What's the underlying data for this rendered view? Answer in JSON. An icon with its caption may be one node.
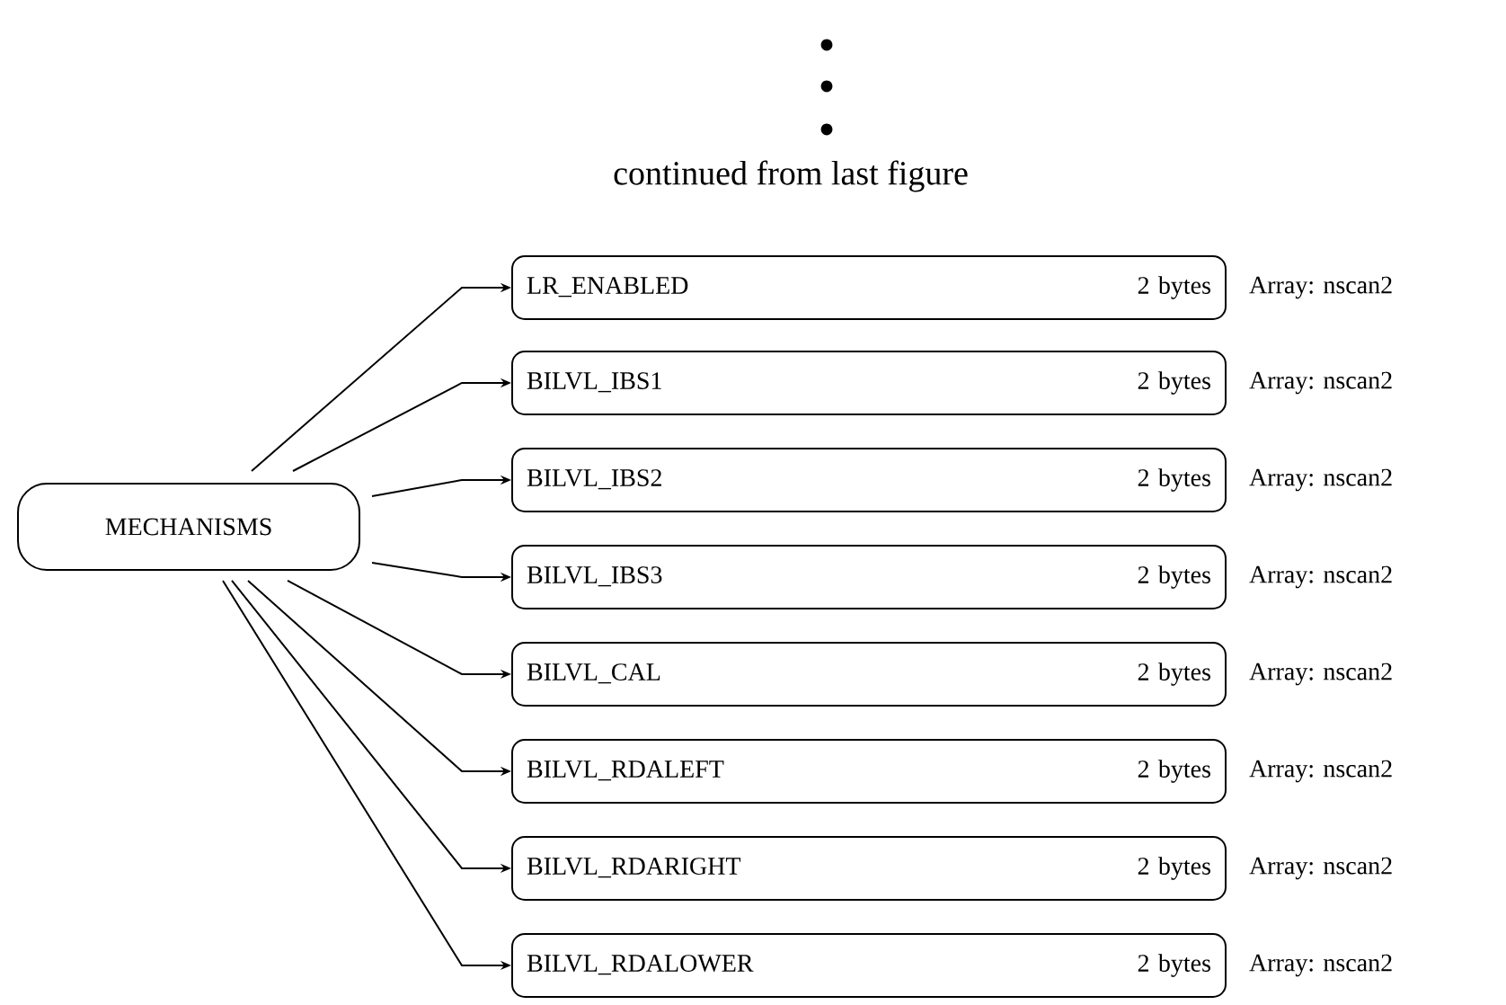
{
  "diagram": {
    "nodes": [
      {
        "text": [
          "MECHANISMS"
        ]
      },
      {
        "text": [
          "LR_ENABLED",
          "2 bytes"
        ],
        "beside": [
          "Array: nscan2"
        ]
      },
      {
        "text": [
          "BILVL_IBS1",
          "2 bytes"
        ],
        "beside": [
          "Array: nscan2"
        ]
      },
      {
        "text": [
          "BILVL_IBS2",
          "2 bytes"
        ],
        "beside": [
          "Array: nscan2"
        ]
      },
      {
        "text": [
          "BILVL_IBS3",
          "2 bytes"
        ],
        "beside": [
          "Array: nscan2"
        ]
      },
      {
        "text": [
          "BILVL_CAL",
          "2 bytes"
        ],
        "beside": [
          "Array: nscan2"
        ]
      },
      {
        "text": [
          "BILVL_RDALEFT",
          "2 bytes"
        ],
        "beside": [
          "Array: nscan2"
        ]
      },
      {
        "text": [
          "BILVL_RDARIGHT",
          "2 bytes"
        ],
        "beside": [
          "Array: nscan2"
        ]
      },
      {
        "text": [
          "BILVL_RDALOWER",
          "2 bytes"
        ],
        "beside": [
          "Array: nscan2"
        ]
      }
    ],
    "edges": [
      {
        "from": 0,
        "to": 1,
        "arrow": "to"
      },
      {
        "from": 0,
        "to": 2,
        "arrow": "to"
      },
      {
        "from": 0,
        "to": 3,
        "arrow": "to"
      },
      {
        "from": 0,
        "to": 4,
        "arrow": "to"
      },
      {
        "from": 0,
        "to": 5,
        "arrow": "to"
      },
      {
        "from": 0,
        "to": 6,
        "arrow": "to"
      },
      {
        "from": 0,
        "to": 7,
        "arrow": "to"
      },
      {
        "from": 0,
        "to": 8,
        "arrow": "to"
      }
    ],
    "labels": [
      "continued from last figure"
    ]
  }
}
